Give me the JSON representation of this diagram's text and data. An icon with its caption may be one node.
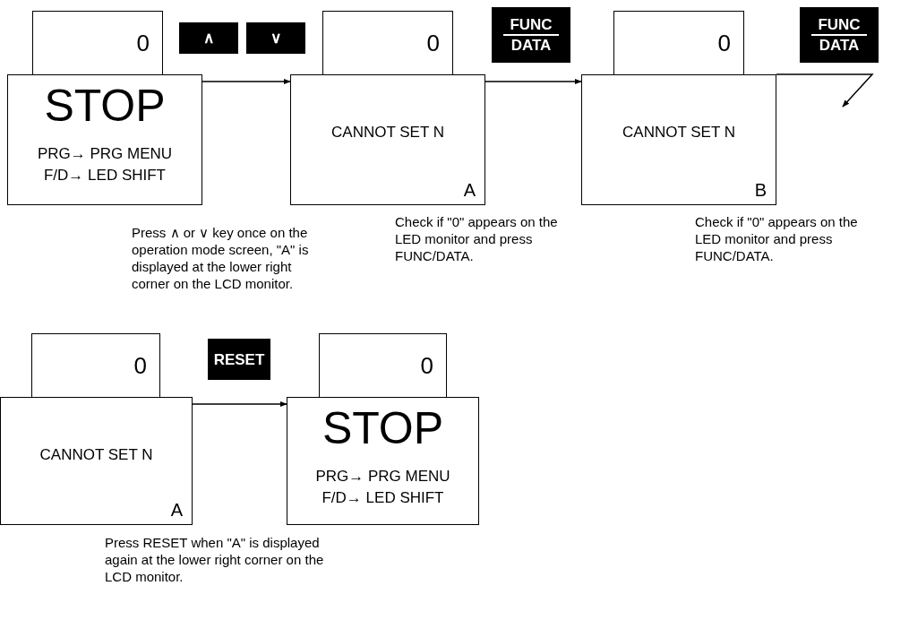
{
  "diagram": {
    "nodes": [
      {
        "text": [
          "0"
        ]
      },
      {
        "text": [
          "STOP",
          "PRG→ PRG MENU",
          "F/D→ LED SHIFT"
        ],
        "beside": [
          "Press ∧ or ∨ key once on the operation mode screen, \"A\" is displayed at the lower right corner on the LCD monitor."
        ]
      },
      {
        "text": [
          "∧"
        ]
      },
      {
        "text": [
          "∨"
        ]
      },
      {
        "text": [
          "0"
        ]
      },
      {
        "text": [
          "CANNOT SET N",
          "A"
        ],
        "beside": [
          "Check if \"0\" appears on the LED monitor and press FUNC/DATA."
        ]
      },
      {
        "text": [
          "FUNC",
          "DATA"
        ]
      },
      {
        "text": [
          "0"
        ]
      },
      {
        "text": [
          "CANNOT SET N",
          "B"
        ],
        "beside": [
          "Check if \"0\" appears on the LED monitor and press FUNC/DATA."
        ]
      },
      {
        "text": [
          "FUNC",
          "DATA"
        ]
      },
      {
        "text": [
          "0"
        ]
      },
      {
        "text": [
          "CANNOT SET N",
          "A"
        ],
        "beside": [
          "Press RESET when \"A\" is displayed again at the lower right corner on the LCD monitor."
        ]
      },
      {
        "text": [
          "RESET"
        ]
      },
      {
        "text": [
          "0"
        ]
      },
      {
        "text": [
          "STOP",
          "PRG→ PRG MENU",
          "F/D→ LED SHIFT"
        ]
      }
    ],
    "edges": [
      {
        "from": 1,
        "to": 5,
        "arrow": "to"
      },
      {
        "from": 5,
        "to": 8,
        "arrow": "to"
      },
      {
        "from": 8,
        "to": null,
        "arrow": "to"
      },
      {
        "from": 11,
        "to": 14,
        "arrow": "to"
      }
    ]
  }
}
